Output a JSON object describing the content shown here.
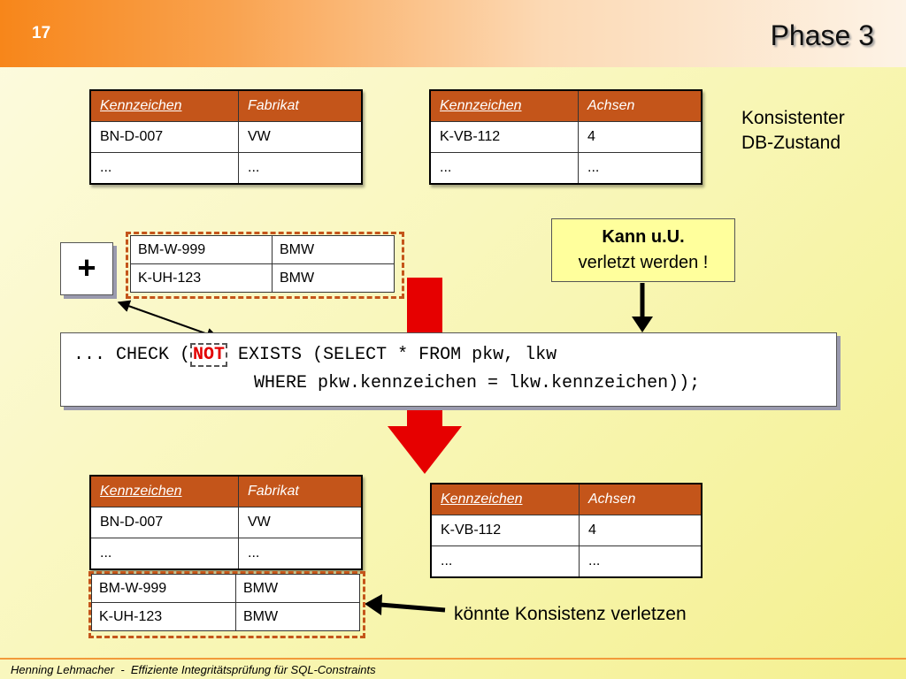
{
  "slide": {
    "page_number": "17",
    "title": "Phase 3",
    "footer_author": "Henning Lehmacher",
    "footer_separator": "-",
    "footer_topic": "Effiziente Integritätsprüfung für SQL-Constraints"
  },
  "top": {
    "pkw_table": {
      "headers": [
        "Kennzeichen",
        "Fabrikat"
      ],
      "rows": [
        [
          "BN-D-007",
          "VW"
        ],
        [
          "...",
          "..."
        ]
      ]
    },
    "lkw_table": {
      "headers": [
        "Kennzeichen",
        "Achsen"
      ],
      "rows": [
        [
          "K-VB-112",
          "4"
        ],
        [
          "...",
          "..."
        ]
      ]
    },
    "note_line1": "Konsistenter",
    "note_line2": "DB-Zustand"
  },
  "insert": {
    "plus_symbol": "+",
    "rows": [
      [
        "BM-W-999",
        "BMW"
      ],
      [
        "K-UH-123",
        "BMW"
      ]
    ]
  },
  "warning": {
    "line1": "Kann u.U.",
    "line2": "verletzt werden !"
  },
  "constraint": {
    "prefix": "... CHECK (",
    "not_keyword": "NOT",
    "line1_rest": " EXISTS (SELECT * FROM pkw, lkw",
    "line2": "WHERE pkw.kennzeichen = lkw.kennzeichen));"
  },
  "bottom": {
    "pkw_table": {
      "headers": [
        "Kennzeichen",
        "Fabrikat"
      ],
      "rows": [
        [
          "BN-D-007",
          "VW"
        ],
        [
          "...",
          "..."
        ]
      ]
    },
    "inserted_rows": [
      [
        "BM-W-999",
        "BMW"
      ],
      [
        "K-UH-123",
        "BMW"
      ]
    ],
    "lkw_table": {
      "headers": [
        "Kennzeichen",
        "Achsen"
      ],
      "rows": [
        [
          "K-VB-112",
          "4"
        ],
        [
          "...",
          "..."
        ]
      ]
    },
    "label": "könnte Konsistenz verletzen"
  },
  "colors": {
    "header_orange": "#f7861a",
    "table_header": "#c4551a",
    "arrow_red": "#e20000",
    "note_yellow": "#ffff9c"
  }
}
